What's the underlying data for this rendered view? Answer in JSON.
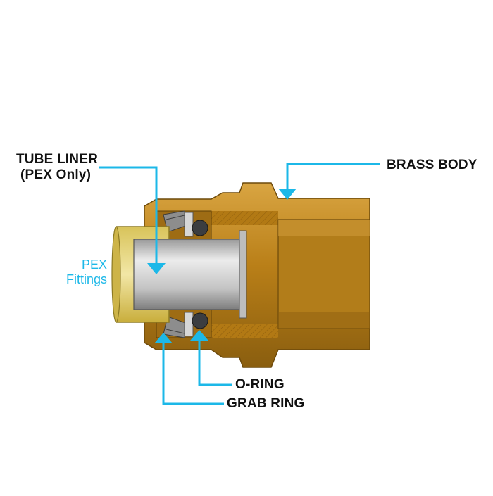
{
  "labels": {
    "tube_liner_line1": "TUBE LINER",
    "tube_liner_line2": "(PEX Only)",
    "brass_body": "BRASS BODY",
    "pex_line1": "PEX",
    "pex_line2": "Fittings",
    "o_ring": "O-RING",
    "grab_ring": "GRAB RING"
  },
  "colors": {
    "callout": "#1cb8e8",
    "brass": "#c08a1c",
    "brass_dark": "#8a5e0f",
    "liner": "#c9c9c9",
    "pex_tube": "#e3d27a"
  }
}
